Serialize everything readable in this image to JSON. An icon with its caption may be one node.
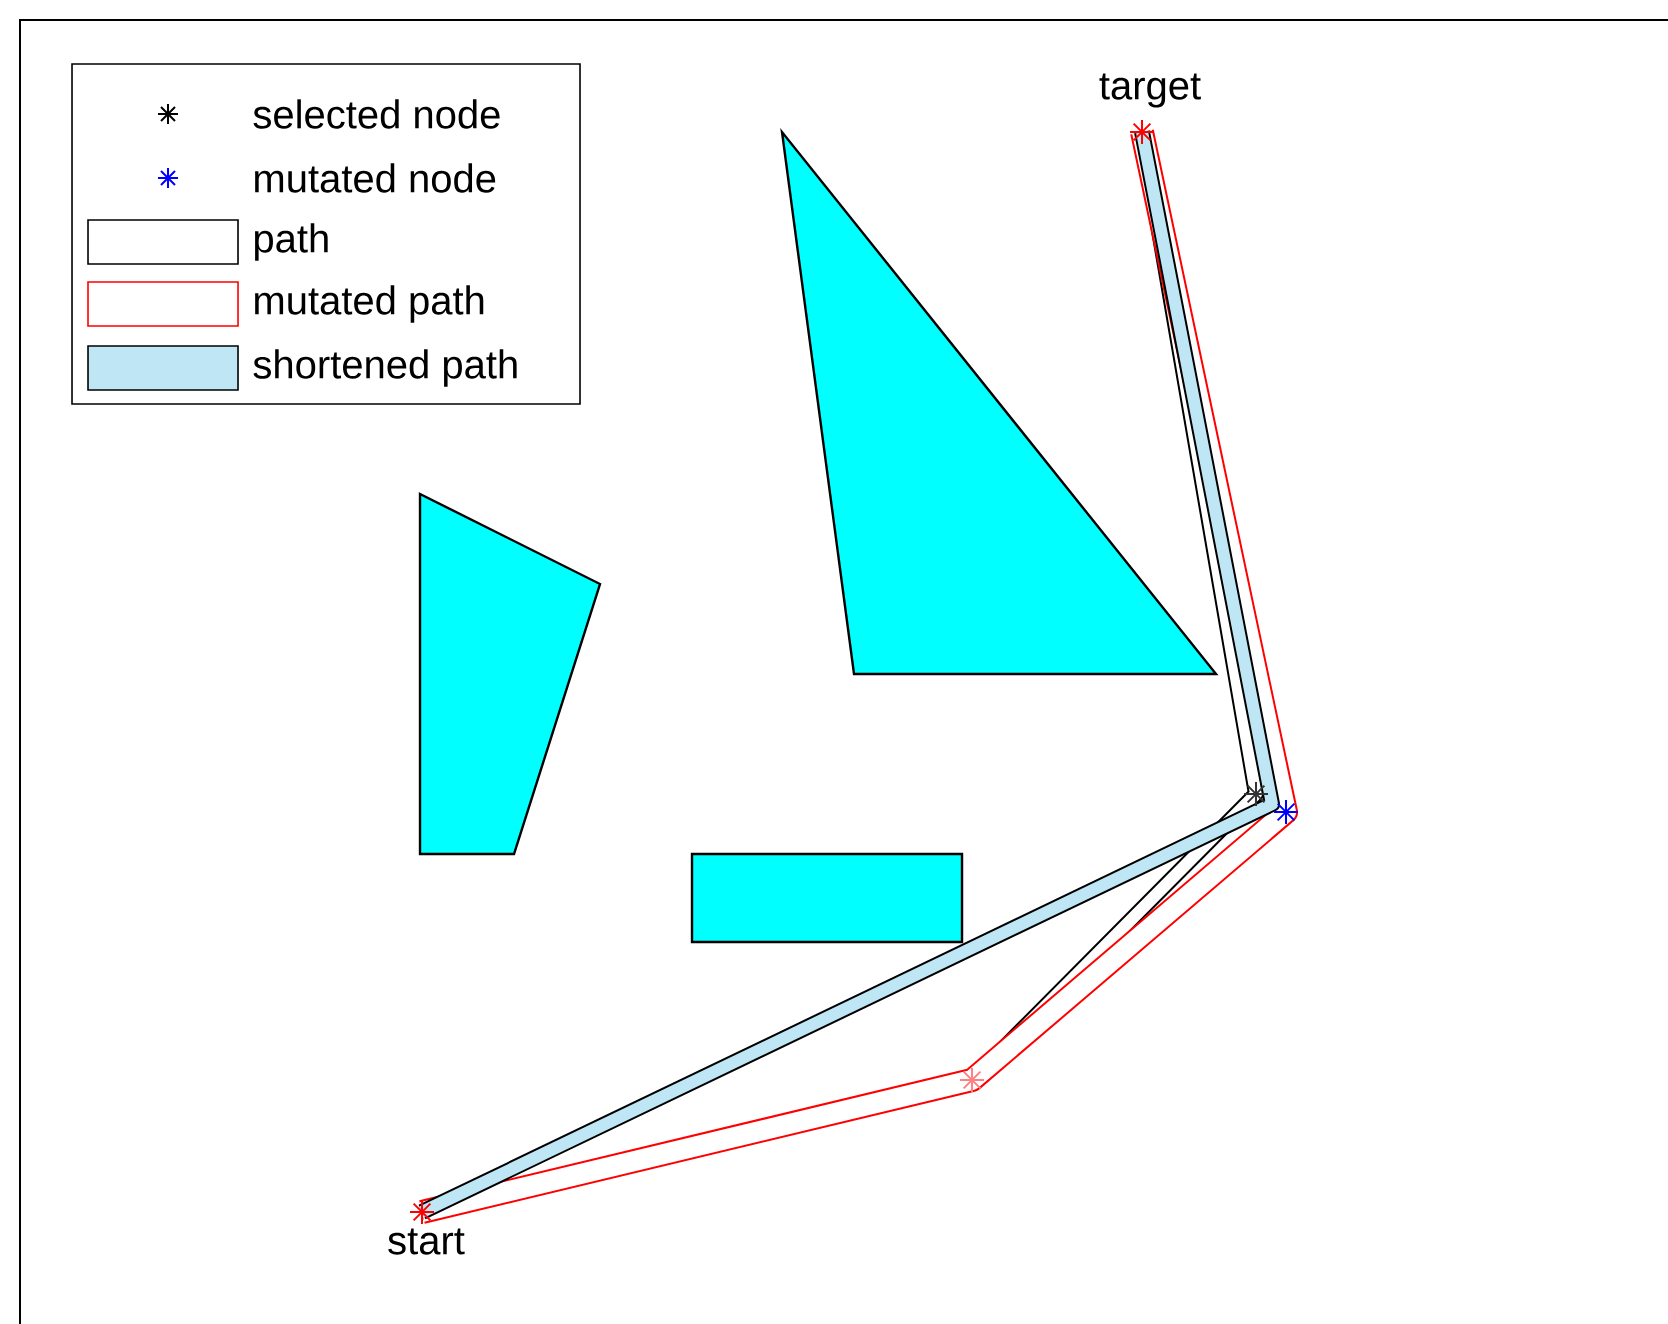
{
  "diagram": {
    "labels": [
      "target",
      "start"
    ],
    "legend": [
      {
        "text": "selected node"
      },
      {
        "text": "mutated node"
      },
      {
        "text": "path"
      },
      {
        "text": "mutated path"
      },
      {
        "text": "shortened path",
        "color": "#bfe6f5"
      }
    ]
  }
}
